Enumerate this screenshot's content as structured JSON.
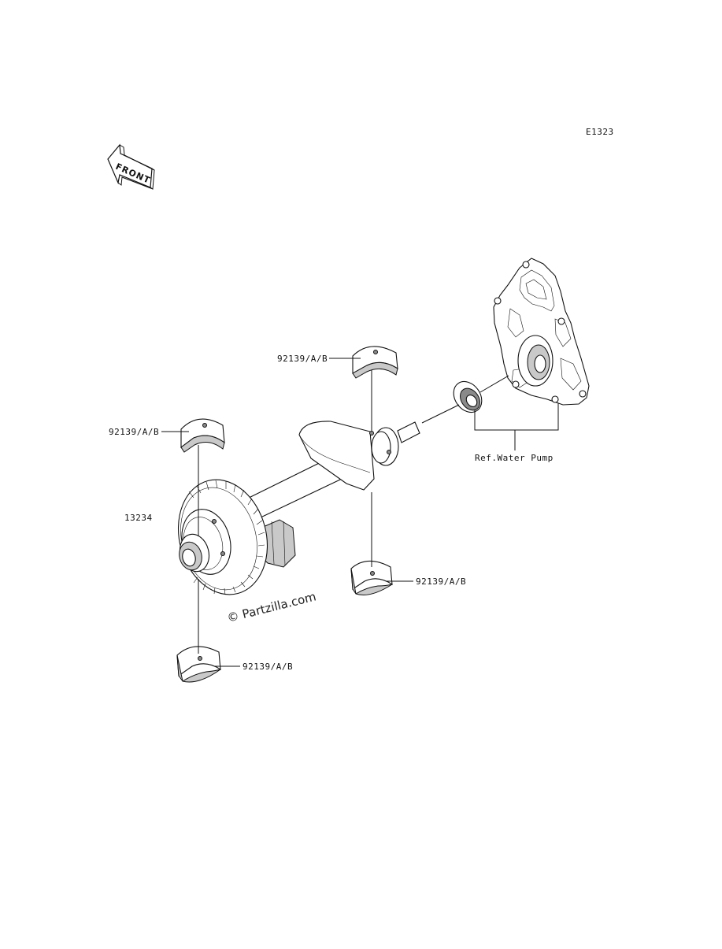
{
  "diagram": {
    "diagram_id": "E1323",
    "front_label": "FRONT",
    "watermark": "© Partzilla.com",
    "footer_line1": "",
    "footer_line2": "",
    "callouts": {
      "bearing_upper_rear": "92139/A/B",
      "bearing_left": "92139/A/B",
      "shaft": "13234",
      "bearing_lower_right": "92139/A/B",
      "bearing_bottom": "92139/A/B",
      "ref_water_pump": "Ref.Water Pump"
    }
  }
}
